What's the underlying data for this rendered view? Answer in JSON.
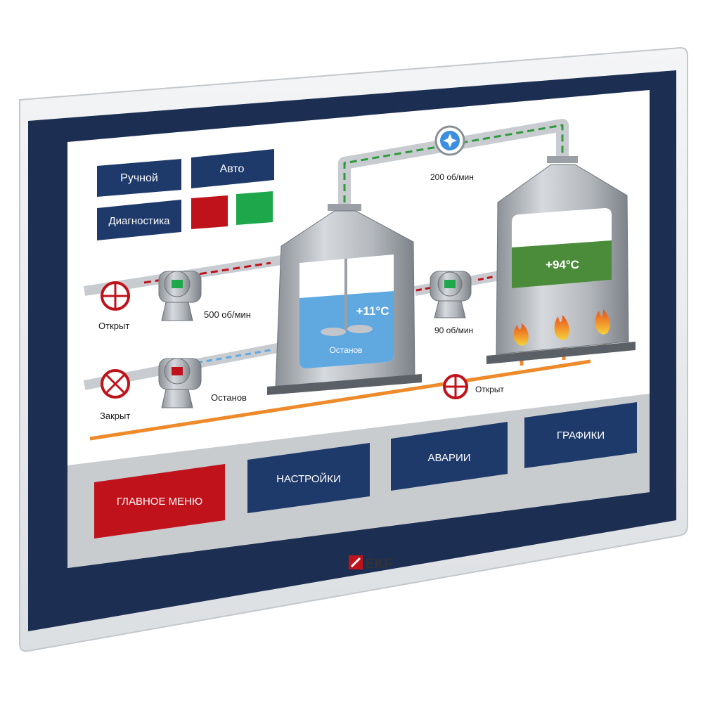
{
  "colors": {
    "navy": "#1e3a6b",
    "red": "#c0121b",
    "green": "#1ea84b",
    "orange": "#ee8a2a",
    "water": "#5fa8e0",
    "hot_liquid": "#4b8c3b",
    "steel": "#a9aeb4",
    "bezel_frame": "#1c2e52"
  },
  "mode_buttons": {
    "manual": "Ручной",
    "auto": "Авто",
    "diagnostics": "Диагностика"
  },
  "indicators": [
    "red-indicator",
    "green-indicator"
  ],
  "valves": {
    "valve_1_state": "Открыт",
    "valve_2_state": "Закрыт",
    "valve_3_state": "Открыт"
  },
  "pumps": {
    "pump_1_speed": "500 об/мин",
    "pump_2_status": "Останов",
    "pump_3_speed": "90 об/мин",
    "fan_speed": "200 об/мин"
  },
  "tank_1": {
    "temperature": "+11°C",
    "mixer_status": "Останов"
  },
  "tank_2": {
    "temperature": "+94°C"
  },
  "nav_buttons": {
    "main_menu": "ГЛАВНОЕ МЕНЮ",
    "settings": "НАСТРОЙКИ",
    "alarms": "АВАРИИ",
    "charts": "ГРАФИКИ"
  },
  "brand": {
    "logo_text": "EKF"
  }
}
